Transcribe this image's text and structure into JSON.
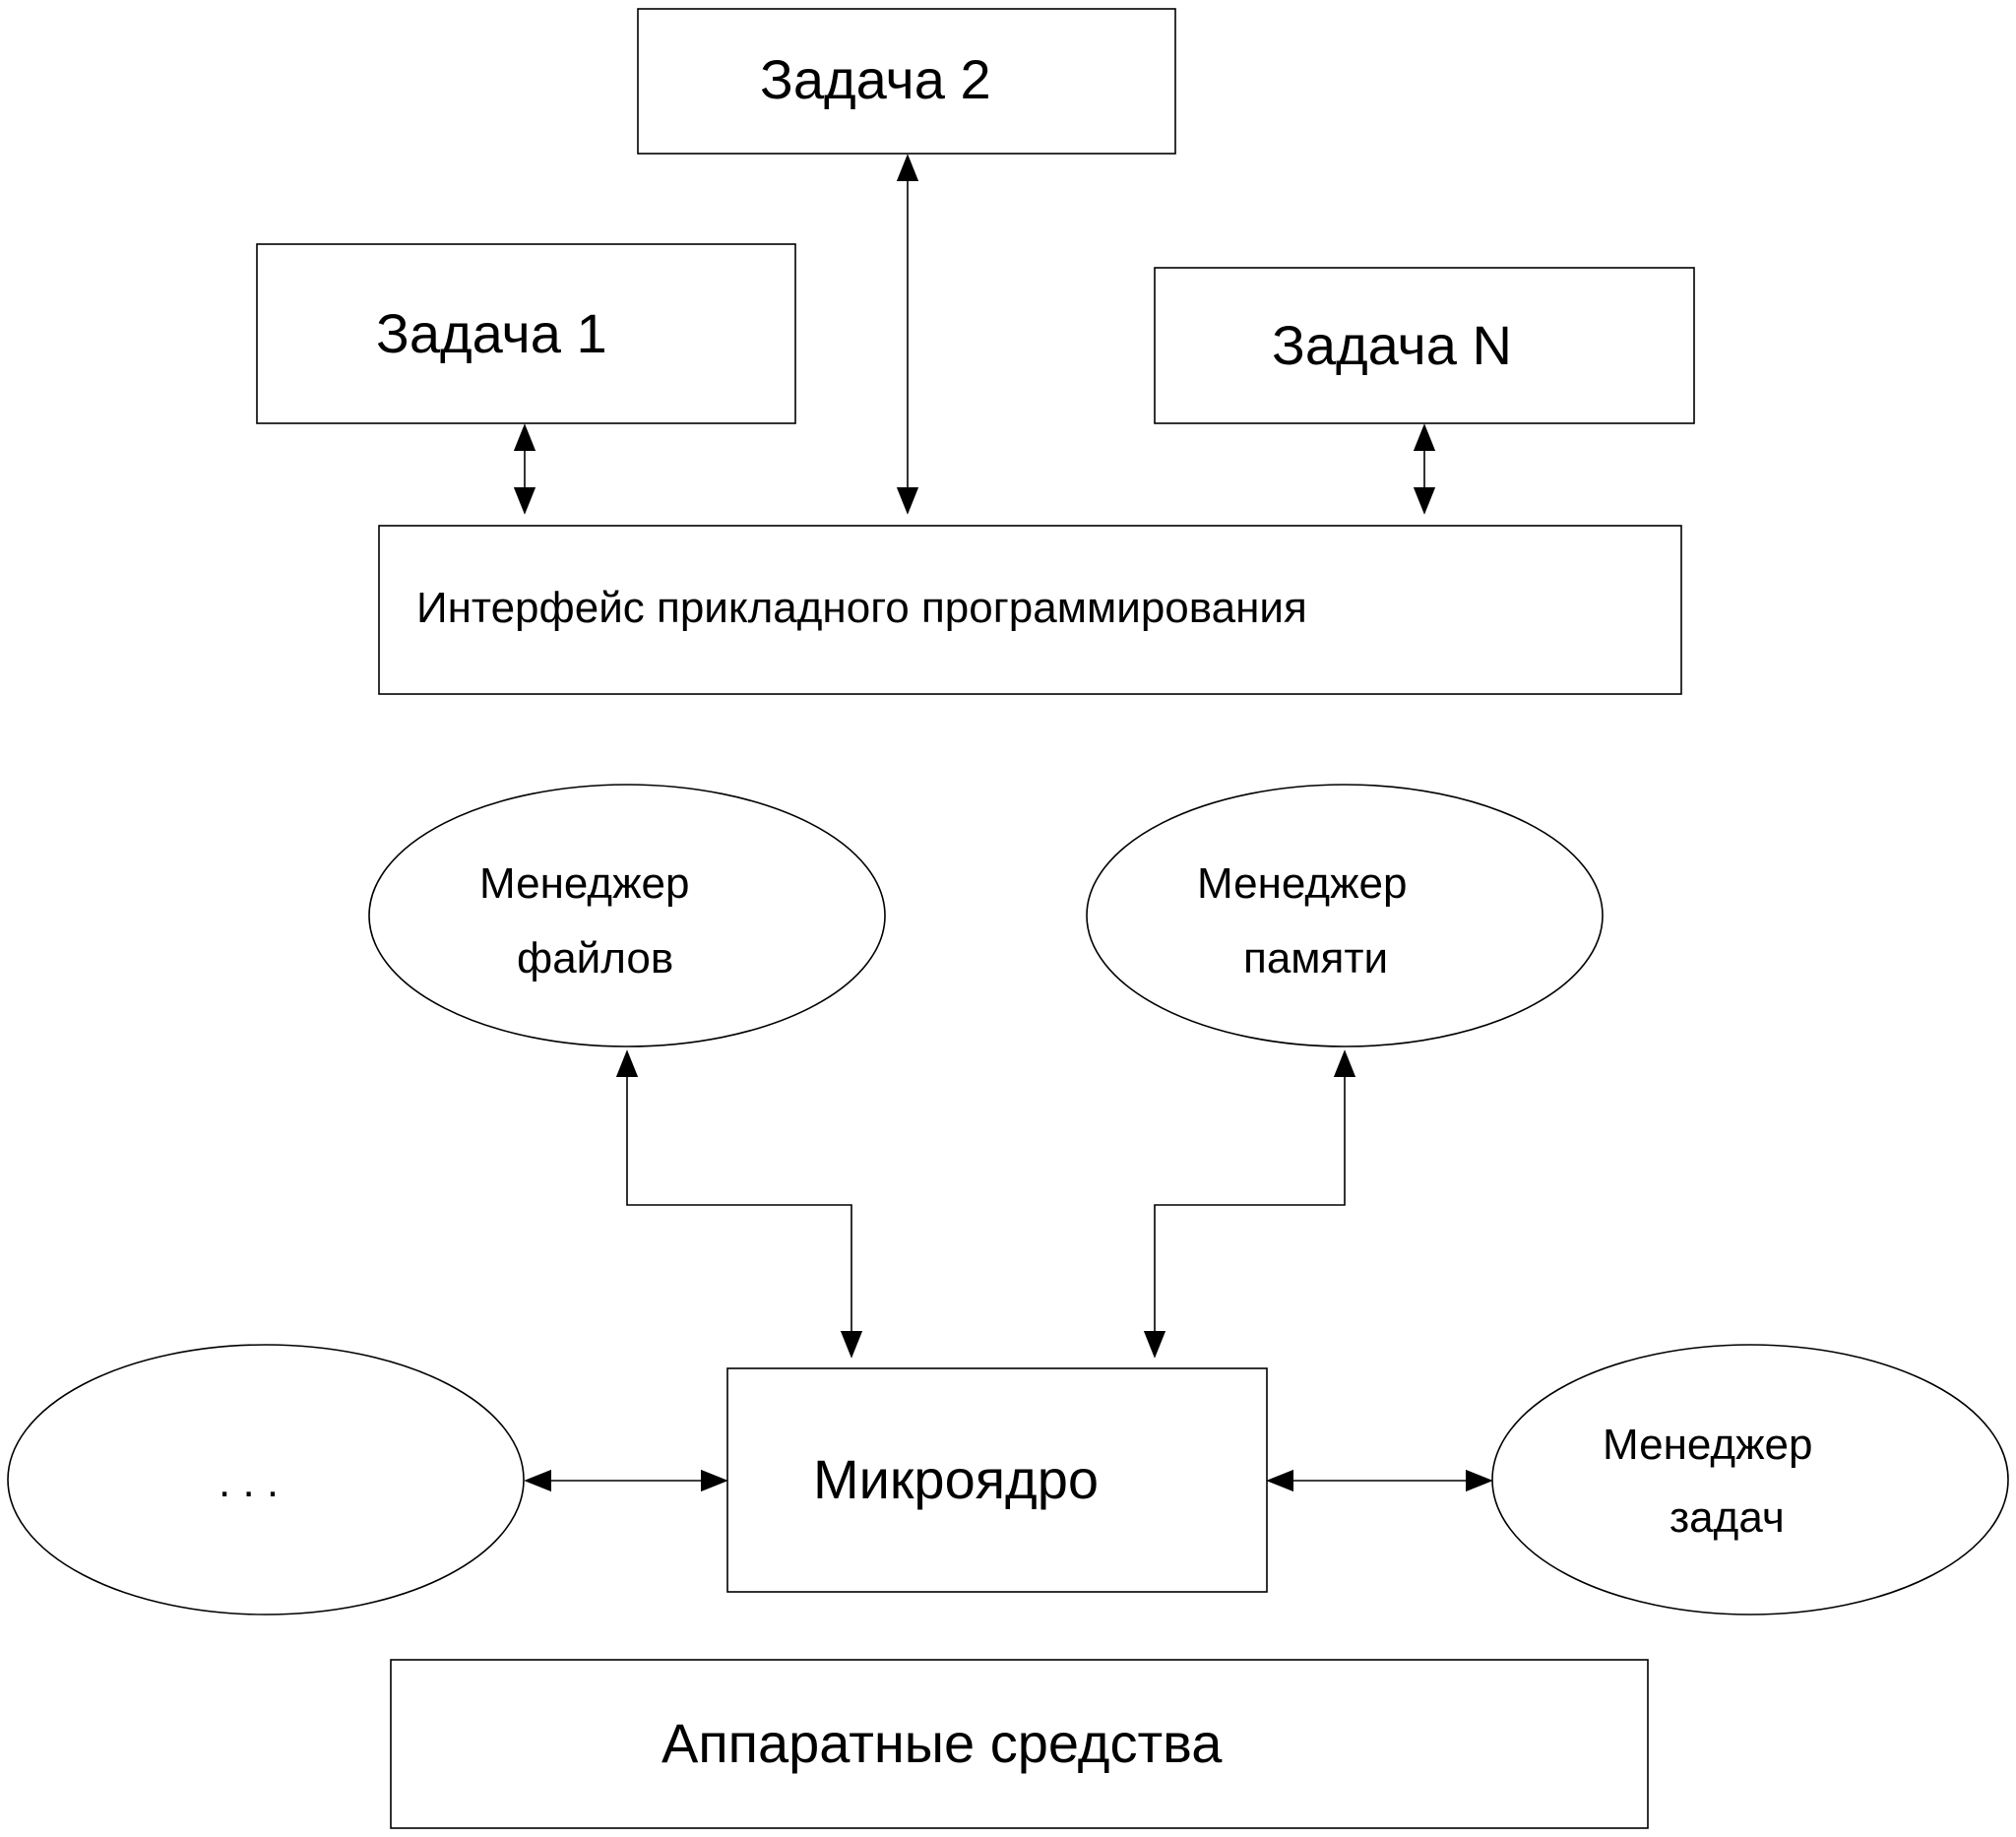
{
  "diagram": {
    "tasks": {
      "task1": "Задача 1",
      "task2": "Задача 2",
      "taskN": "Задача N"
    },
    "api": "Интерфейс прикладного программирования",
    "file_manager": {
      "line1": "Менеджер",
      "line2": "файлов"
    },
    "memory_manager": {
      "line1": "Менеджер",
      "line2": "памяти"
    },
    "task_manager": {
      "line1": "Менеджер",
      "line2": "задач"
    },
    "other": ". . .",
    "microkernel": "Микроядро",
    "hardware": "Аппаратные средства"
  },
  "colors": {
    "stroke": "#000000",
    "background": "#ffffff"
  }
}
